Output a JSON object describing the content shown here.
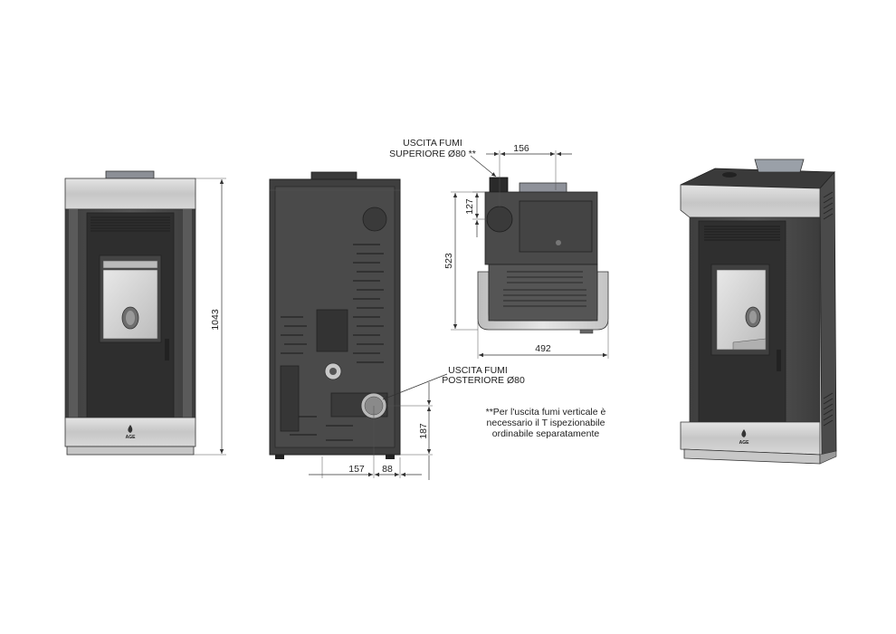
{
  "dimensions": {
    "height_total": "1043",
    "top_depth": "156",
    "top_offset": "127",
    "top_length": "523",
    "top_width": "492",
    "rear_offset_side": "157",
    "rear_pipe_width": "88",
    "rear_pipe_height": "187"
  },
  "labels": {
    "top_outlet_line1": "USCITA FUMI",
    "top_outlet_line2": "SUPERIORE Ø80 **",
    "rear_outlet_line1": "USCITA FUMI",
    "rear_outlet_line2": "POSTERIORE Ø80",
    "note_line1": "**Per l'uscita fumi verticale è",
    "note_line2": "necessario il T ispezionabile",
    "note_line3": "ordinabile separatamente"
  },
  "brand": {
    "logo_text": "AGE"
  },
  "colors": {
    "body_dark": "#4a4a4a",
    "glass": "#333333",
    "steel": "#c8c8c8",
    "line": "#333333"
  }
}
